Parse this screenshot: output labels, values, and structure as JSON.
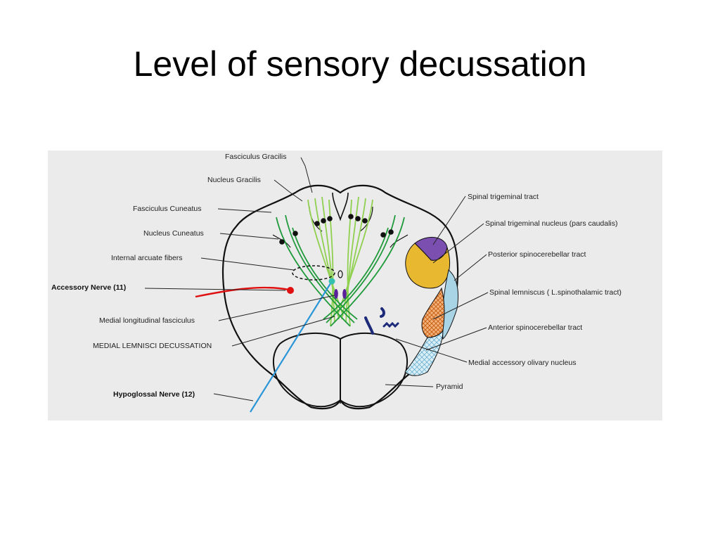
{
  "slide": {
    "title": "Level of sensory decussation"
  },
  "diagram": {
    "labels": {
      "fasciculus_gracilis": "Fasciculus Gracilis",
      "nucleus_gracilis": "Nucleus Gracilis",
      "fasciculus_cuneatus": "Fasciculus Cuneatus",
      "nucleus_cuneatus": "Nucleus Cuneatus",
      "internal_arcuate": "Internal arcuate fibers",
      "accessory_nerve": "Accessory Nerve (11)",
      "mlf": "Medial longitudinal fasciculus",
      "ml_decussation": "MEDIAL LEMNISCI DECUSSATION",
      "hypoglossal_nerve": "Hypoglossal Nerve (12)",
      "spinal_trigeminal_tract": "Spinal trigeminal tract",
      "spinal_trigeminal_nucleus": "Spinal trigeminal nucleus (pars caudalis)",
      "posterior_spinocerebellar": "Posterior spinocerebellar tract",
      "spinal_lemniscus": "Spinal lemniscus ( L.spinothalamic tract)",
      "anterior_spinocerebellar": "Anterior spinocerebellar tract",
      "medial_accessory_olivary": "Medial accessory olivary nucleus",
      "pyramid": "Pyramid"
    },
    "colors": {
      "background": "#ebebeb",
      "outline": "#111111",
      "gracilis_fibers": "#8fd04f",
      "cuneatus_fibers": "#1f9a3a",
      "accessory_nerve": "#e01010",
      "hypoglossal_nerve": "#2a96d8",
      "trigeminal_tract": "#7b4fb0",
      "trigeminal_nucleus": "#e8b830",
      "posterior_spinocerebellar": "#a9d4e6",
      "spinal_lemniscus": "#e07a2a",
      "mlf": "#5a1f9a",
      "olivary_nucleus": "#1d2a7a"
    }
  }
}
